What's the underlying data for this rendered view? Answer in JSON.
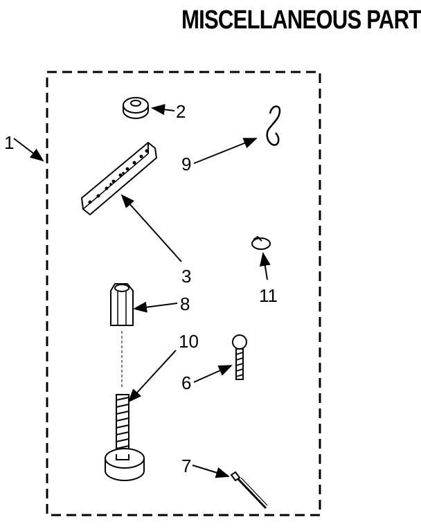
{
  "title": "MISCELLANEOUS PARTS",
  "callouts": {
    "c1": "1",
    "c2": "2",
    "c3": "3",
    "c6": "6",
    "c7": "7",
    "c8": "8",
    "c9": "9",
    "c10": "10",
    "c11": "11"
  }
}
